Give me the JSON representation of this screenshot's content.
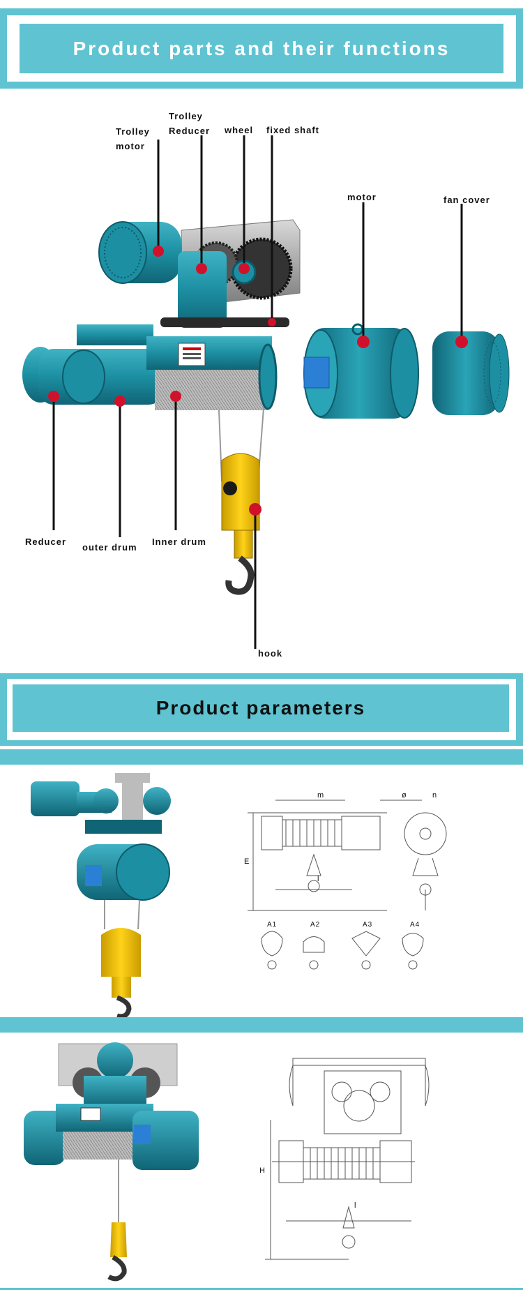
{
  "section1": {
    "title": "Product parts and their functions"
  },
  "parts": {
    "trolley_motor": "Trolley\nmotor",
    "trolley_reducer": "Trolley\nReducer",
    "wheel": "wheel",
    "fixed_shaft": "fixed shaft",
    "motor": "motor",
    "fan_cover": "fan cover",
    "reducer": "Reducer",
    "outer_drum": "outer drum",
    "inner_drum": "Inner drum",
    "hook": "hook"
  },
  "section2": {
    "title": "Product parameters"
  },
  "drawing_labels": {
    "m": "m",
    "n": "n",
    "phi": "ø",
    "e": "E",
    "l": "l",
    "h": "H",
    "a1": "A1",
    "a2": "A2",
    "a3": "A3",
    "a4": "A4"
  },
  "colors": {
    "accent": "#5fc3d1",
    "machine_teal": "#1c8ea0",
    "hook_yellow": "#f2c400",
    "marker_red": "#d0112b"
  }
}
